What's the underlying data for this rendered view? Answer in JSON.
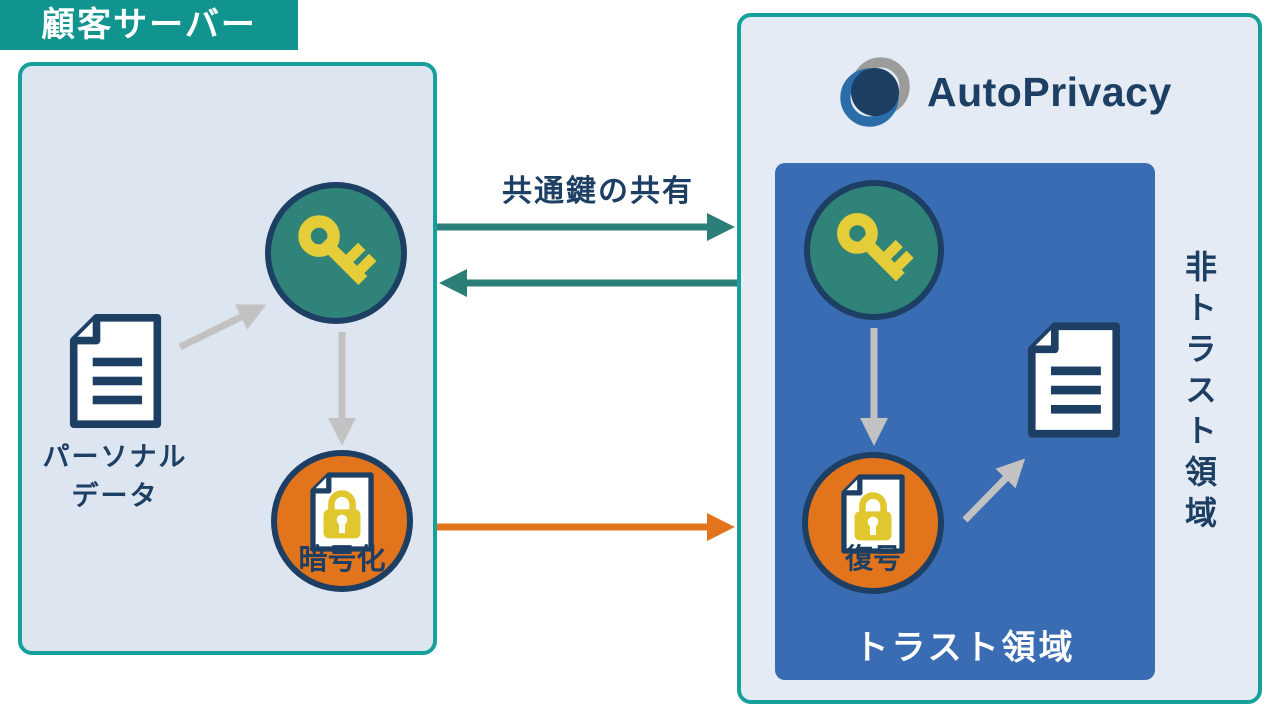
{
  "diagram_title": "AutoPrivacy common-key encryption flow",
  "colors": {
    "zone_border_teal": "#16a09b",
    "server_label_teal": "#12948e",
    "arrow_teal": "#2c7e78",
    "key_circle_teal": "#2f8378",
    "navy_text": "#1d3f63",
    "trust_box_blue": "#3a6cb4",
    "lock_circle_orange": "#e2741c",
    "key_yellow": "#e5cd39",
    "arrow_gray": "#c2c2c2",
    "left_box_bg": "#dde6f0",
    "right_box_bg": "#e4ebf4",
    "logo_gray": "#9c9c9a",
    "logo_blue": "#2a6da9"
  },
  "left_zone": {
    "label": "顧客サーバー",
    "personal_data_lines": [
      "パーソナル",
      "データ"
    ],
    "encrypt_label": "暗号化"
  },
  "right_zone": {
    "logo_text": "AutoPrivacy",
    "trust_label": "トラスト領域",
    "non_trust_label": "非トラスト領域",
    "decrypt_label": "復号"
  },
  "arrows": {
    "shared_key_label": "共通鍵の共有"
  },
  "icons": {
    "key": "key-icon",
    "document": "document-icon",
    "locked_document": "locked-document-icon",
    "logo_mark": "autoprivacy-logo-icon"
  }
}
